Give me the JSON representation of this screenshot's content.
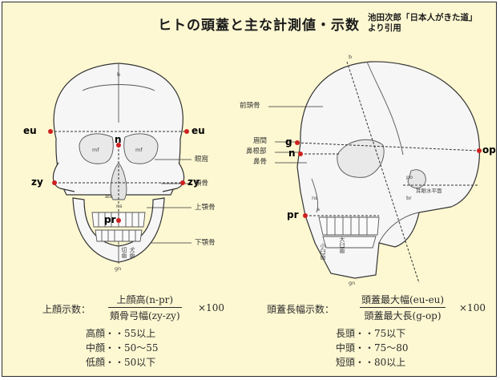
{
  "title": "ヒトの頭蓋と主な計測値・示数",
  "source": [
    "池田次郎「日本人がきた道」",
    "より引用"
  ],
  "front_view": {
    "points": [
      "eu",
      "eu",
      "n",
      "zy",
      "zy",
      "pr"
    ],
    "small_marks": [
      "b",
      "mf",
      "mf",
      "ns",
      "ala",
      "gn"
    ],
    "parts": [
      "眼窩",
      "頬骨",
      "上顎骨",
      "下顎骨"
    ],
    "teeth": [
      "切歯",
      "犬歯"
    ]
  },
  "side_view": {
    "points": [
      "g",
      "n",
      "pr",
      "op"
    ],
    "small_marks": [
      "b",
      "po",
      "br",
      "ns",
      "a",
      "gn"
    ],
    "parts": [
      "前頭骨",
      "眉間",
      "鼻根部",
      "鼻骨"
    ],
    "plane": "耳眼水平面",
    "teeth": [
      "小臼歯",
      "大臼歯"
    ]
  },
  "formula_upper_face": {
    "label": "上顔示数：",
    "numerator": "上顔高(n-pr)",
    "denominator": "頬骨弓幅(zy-zy)",
    "multiplier": "×100",
    "classes": [
      "高顔・・55以上",
      "中顔・・50〜55",
      "低顔・・50以下"
    ]
  },
  "formula_cranial": {
    "label": "頭蓋長幅示数：",
    "numerator": "頭蓋最大幅(eu-eu)",
    "denominator": "頭蓋最大長(g-op)",
    "multiplier": "×100",
    "classes": [
      "長頭・・75以下",
      "中頭・・75〜80",
      "短頭・・80以上"
    ]
  },
  "colors": {
    "background": "#fdf8d2",
    "point": "#d01f1f",
    "skull_fill": "#f6f6f6",
    "line": "#333333"
  }
}
